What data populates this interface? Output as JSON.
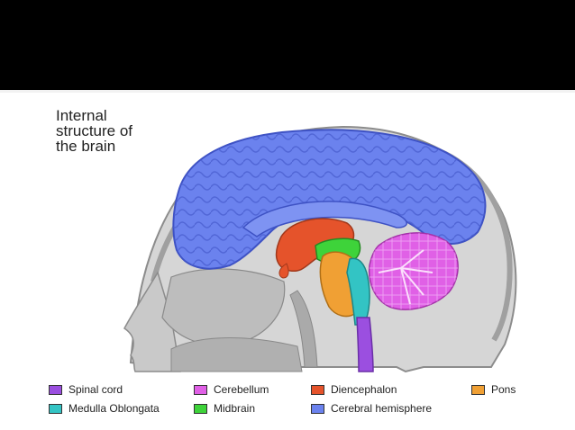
{
  "title": {
    "lines": [
      "Internal",
      "structure of",
      "the brain"
    ]
  },
  "legend": [
    {
      "label": "Spinal cord",
      "color": "#9b4fe0"
    },
    {
      "label": "Cerebellum",
      "color": "#e060e6"
    },
    {
      "label": "Diencephalon",
      "color": "#e5532b"
    },
    {
      "label": "Pons",
      "color": "#f0a034"
    },
    {
      "label": "Medulla Oblongata",
      "color": "#33c4c4"
    },
    {
      "label": "Midbrain",
      "color": "#3ed33a"
    },
    {
      "label": "Cerebral hemisphere",
      "color": "#6b82ee"
    }
  ],
  "colors": {
    "background_top": "#000000",
    "panel": "#ffffff",
    "skull": "#c8c8c8"
  }
}
